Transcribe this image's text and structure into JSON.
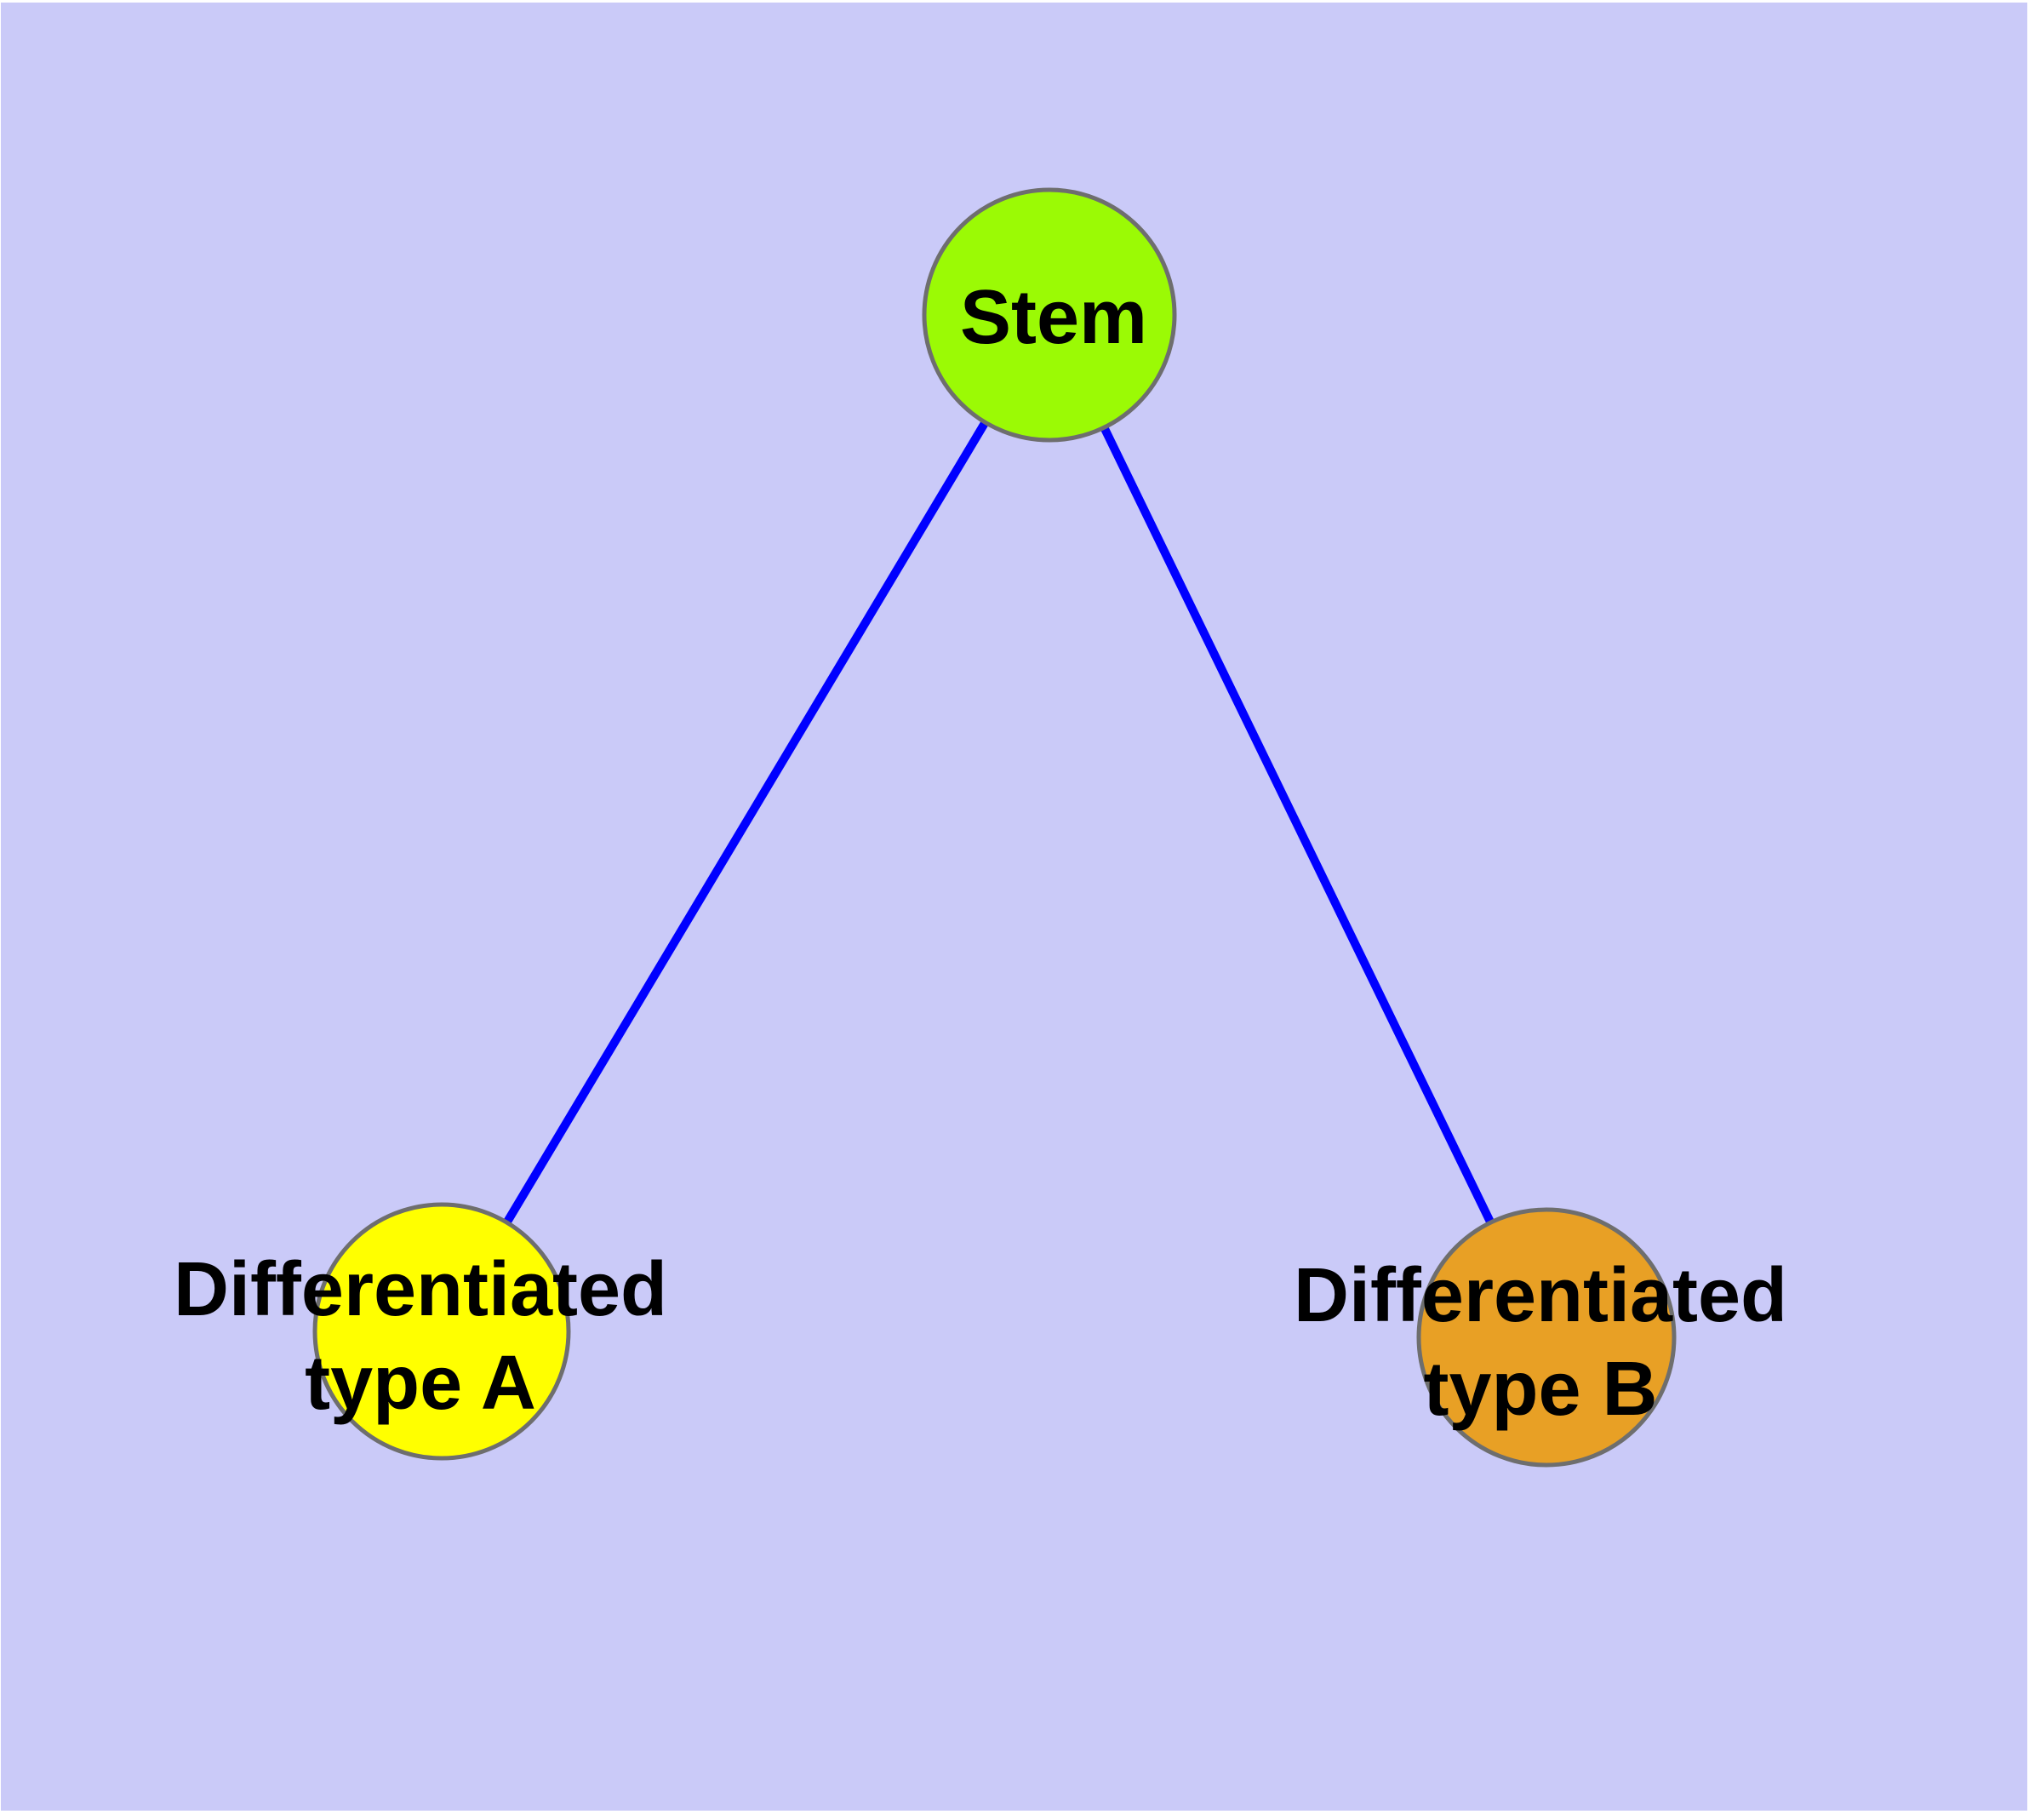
{
  "graph": {
    "background_color": "#CACAF8",
    "edge_color": "#0000FF",
    "node_border_color": "#6E6E6E",
    "text_color": "#000000",
    "nodes": [
      {
        "id": "stem",
        "label": "Stem",
        "label_lines": [
          "Stem"
        ],
        "color": "#9BFA05"
      },
      {
        "id": "differentiated-type-a",
        "label": "Differentiated type A",
        "label_lines": [
          "Differentiated",
          "type A"
        ],
        "color": "#FFFF00"
      },
      {
        "id": "differentiated-type-b",
        "label": "Differentiated type B",
        "label_lines": [
          "Differentiated",
          "type B"
        ],
        "color": "#E8A025"
      }
    ],
    "edges": [
      {
        "source": "Stem",
        "target": "Differentiated type A"
      },
      {
        "source": "Stem",
        "target": "Differentiated type B"
      }
    ]
  }
}
